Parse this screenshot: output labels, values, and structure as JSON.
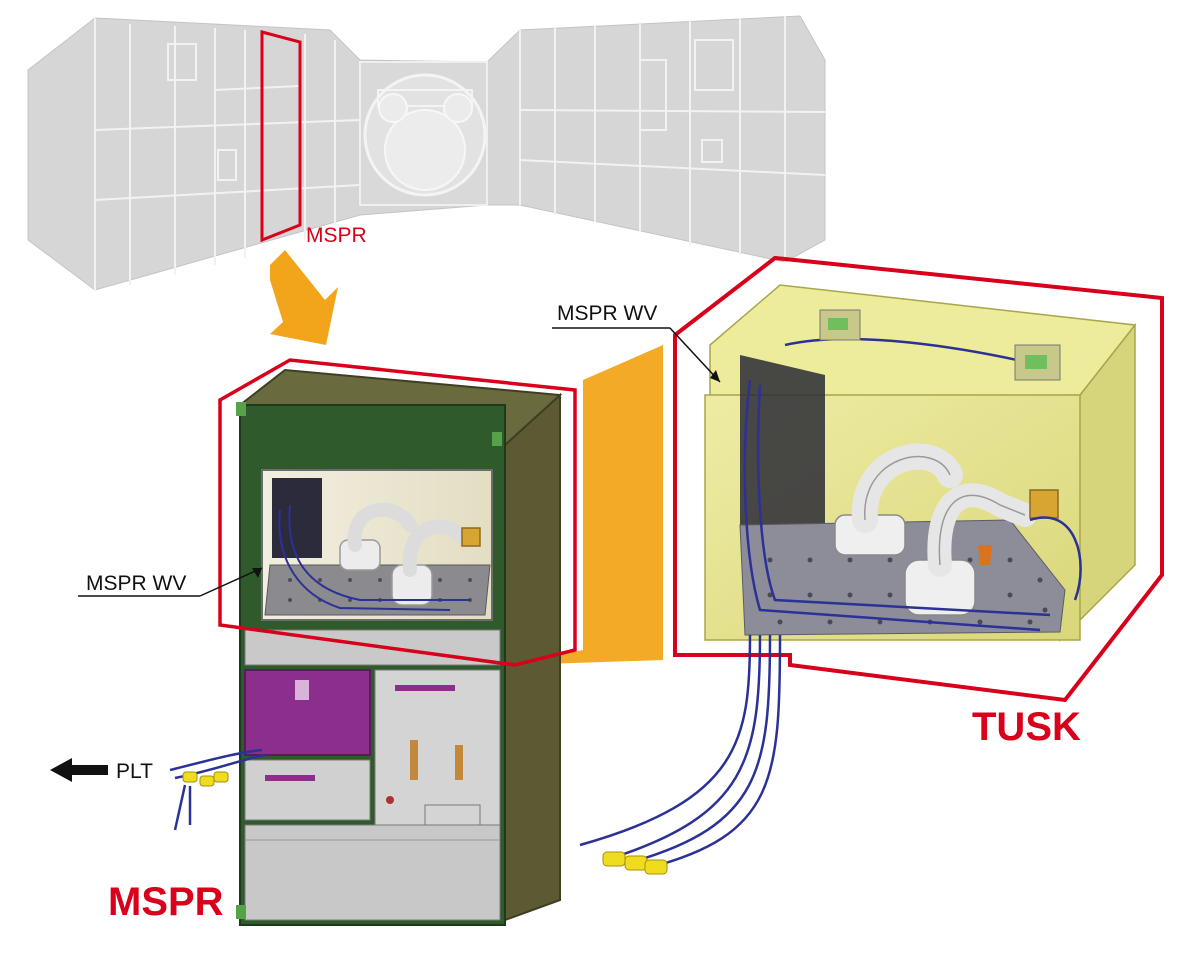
{
  "labels": {
    "module_mspr": "MSPR",
    "wv_left": "MSPR WV",
    "wv_right": "MSPR WV",
    "plt": "PLT",
    "tusk": "TUSK",
    "mspr_big": "MSPR"
  },
  "colors": {
    "highlight_red": "#d8001a",
    "arrow_orange": "#f2a51a",
    "module_gray": "#d4d4d4",
    "rack_olive": "#5c5a33",
    "rack_green": "#2f5b2c",
    "tusk_yellow": "#ecec9a",
    "cable_blue": "#2c3196",
    "drawer_purple": "#8c2f8c",
    "connector_yellow": "#f0dc1e"
  },
  "icons": [
    "left-arrow-icon",
    "down-arrow-icon"
  ]
}
